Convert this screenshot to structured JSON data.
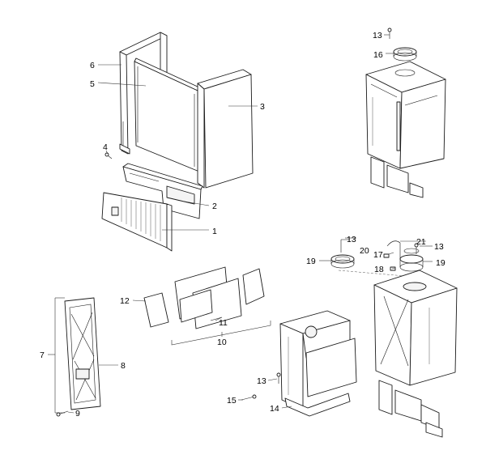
{
  "callouts": {
    "c1": "1",
    "c2": "2",
    "c3": "3",
    "c4": "4",
    "c5": "5",
    "c6": "6",
    "c7": "7",
    "c8": "8",
    "c9": "9",
    "c10": "10",
    "c11": "11",
    "c12": "12",
    "c13a": "13",
    "c13b": "13",
    "c13c": "13",
    "c14": "14",
    "c15": "15",
    "c16": "16",
    "c17": "17",
    "c18": "18",
    "c19a": "19",
    "c19b": "19",
    "c20": "20",
    "c21": "21"
  },
  "colors": {
    "line": "#1a1a1a",
    "background": "#ffffff"
  }
}
